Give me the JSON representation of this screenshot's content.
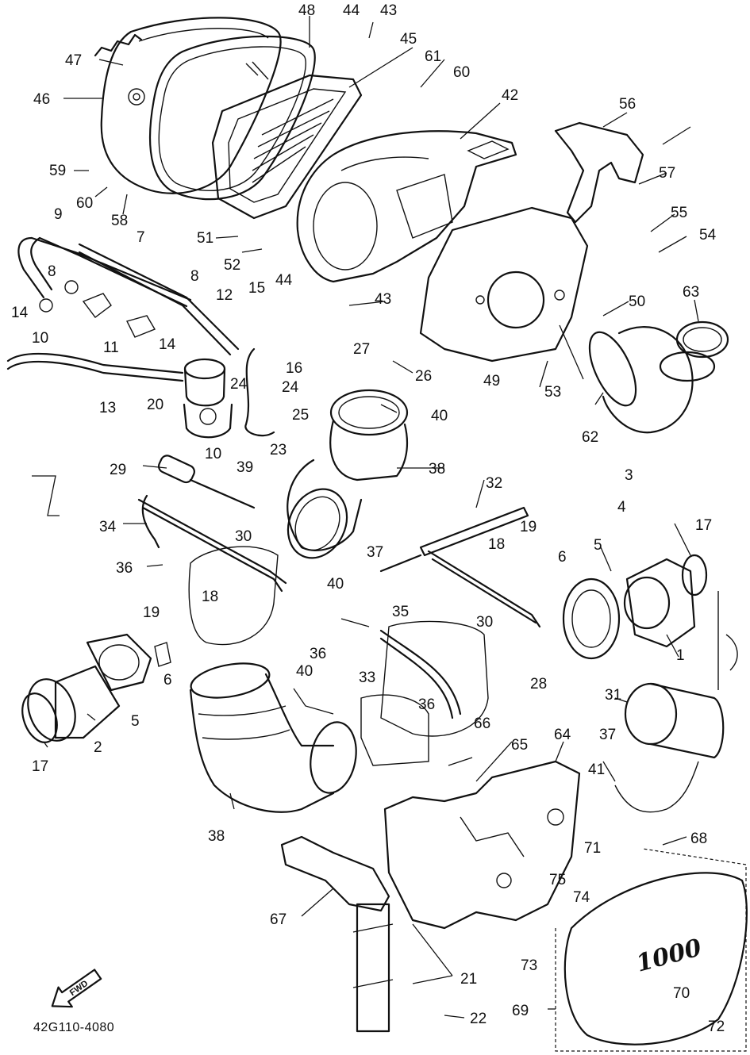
{
  "diagram_code": "42G110-4080",
  "fwd_label": "FWD",
  "cover_emblem": "1000",
  "callouts": [
    "1",
    "2",
    "3",
    "4",
    "5",
    "5",
    "6",
    "6",
    "7",
    "8",
    "8",
    "9",
    "10",
    "10",
    "11",
    "12",
    "13",
    "14",
    "14",
    "15",
    "16",
    "17",
    "17",
    "18",
    "18",
    "19",
    "19",
    "20",
    "21",
    "22",
    "23",
    "24",
    "24",
    "25",
    "26",
    "27",
    "28",
    "29",
    "30",
    "30",
    "31",
    "32",
    "33",
    "34",
    "35",
    "36",
    "36",
    "36",
    "37",
    "37",
    "38",
    "38",
    "39",
    "40",
    "40",
    "40",
    "41",
    "42",
    "43",
    "43",
    "44",
    "44",
    "45",
    "46",
    "47",
    "48",
    "49",
    "50",
    "51",
    "52",
    "53",
    "54",
    "55",
    "56",
    "57",
    "58",
    "59",
    "60",
    "60",
    "61",
    "62",
    "63",
    "64",
    "65",
    "66",
    "67",
    "68",
    "69",
    "70",
    "71",
    "72",
    "73",
    "74",
    "75"
  ]
}
